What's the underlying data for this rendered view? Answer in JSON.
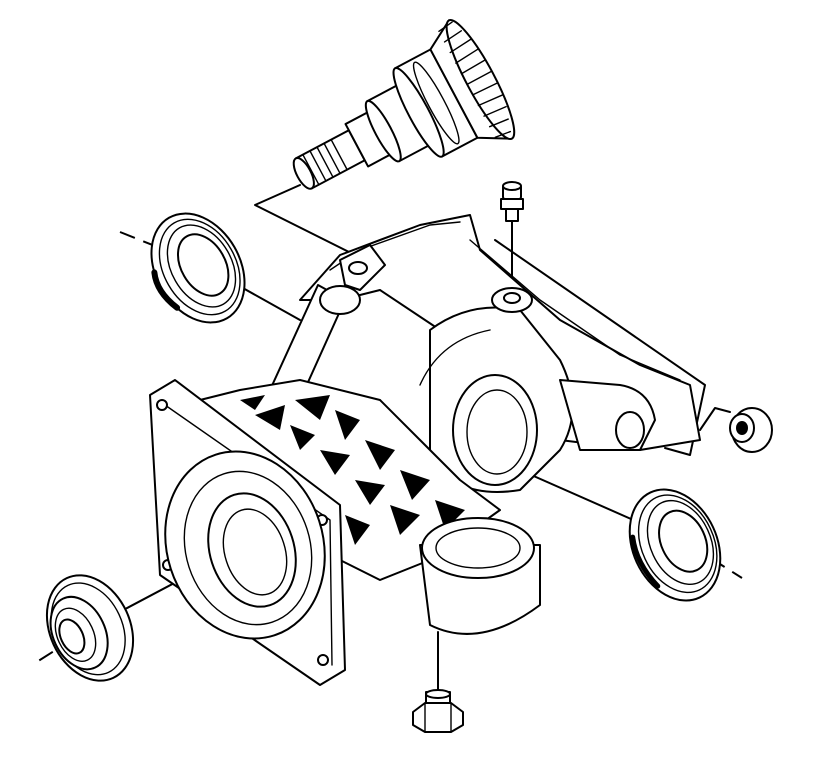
{
  "figure": {
    "style": "exploded line drawing, black on white",
    "colors": {
      "stroke": "#000000",
      "background": "#ffffff"
    },
    "parts": [
      "pinion-gear",
      "upper-axle-seal",
      "vent-fitting",
      "differential-housing",
      "right-side-bearing",
      "right-plug",
      "left-side-bearing",
      "lower-axle-seal",
      "drain-plug"
    ]
  }
}
